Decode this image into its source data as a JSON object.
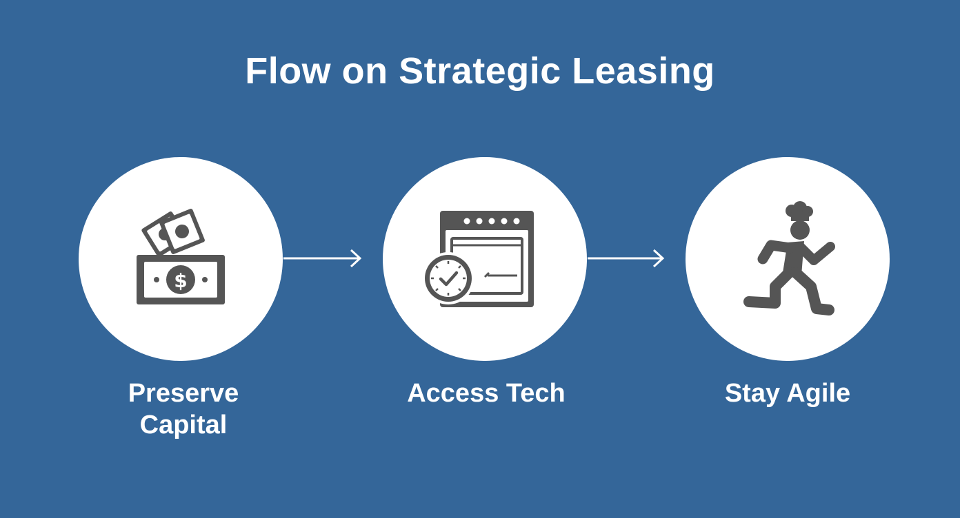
{
  "title": "Flow on Strategic Leasing",
  "colors": {
    "background": "#346699",
    "circle": "#ffffff",
    "icon": "#555555",
    "text": "#ffffff",
    "connector": "#ffffff"
  },
  "steps": [
    {
      "label_line1": "Preserve",
      "label_line2": "Capital",
      "icon": "money-stack-icon"
    },
    {
      "label_line1": "Access Tech",
      "label_line2": "",
      "icon": "oven-clock-icon"
    },
    {
      "label_line1": "Stay Agile",
      "label_line2": "",
      "icon": "running-chef-icon"
    }
  ],
  "connectors": [
    {
      "from": "Preserve Capital",
      "to": "Access Tech"
    },
    {
      "from": "Access Tech",
      "to": "Stay Agile"
    }
  ]
}
